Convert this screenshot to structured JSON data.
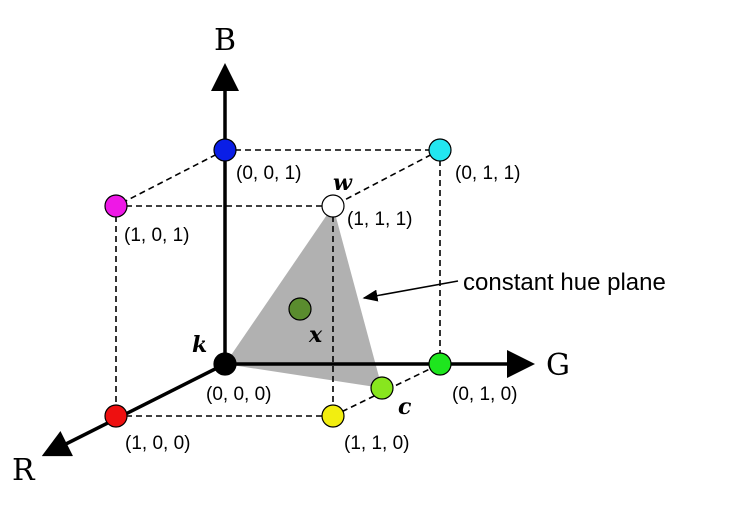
{
  "axes": {
    "b_label": "B",
    "g_label": "G",
    "r_label": "R"
  },
  "vertices": {
    "black": {
      "coord": "(0, 0, 0)",
      "color": "#000000",
      "var": "k"
    },
    "blue": {
      "coord": "(0, 0, 1)",
      "color": "#0a1ee6"
    },
    "cyan": {
      "coord": "(0, 1, 1)",
      "color": "#22e6f0"
    },
    "magenta": {
      "coord": "(1, 0, 1)",
      "color": "#ee18e6"
    },
    "white": {
      "coord": "(1, 1, 1)",
      "color": "#ffffff",
      "var": "w"
    },
    "green": {
      "coord": "(0, 1, 0)",
      "color": "#1ee61e"
    },
    "red": {
      "coord": "(1, 0, 0)",
      "color": "#ee1010"
    },
    "yellow": {
      "coord": "(1, 1, 0)",
      "color": "#f2ee10"
    }
  },
  "points": {
    "c": {
      "var": "c",
      "color": "#88e61e"
    },
    "x": {
      "var": "x",
      "color": "#5a8c2e"
    }
  },
  "plane": {
    "label": "constant hue plane",
    "color": "#a8a8a8"
  }
}
